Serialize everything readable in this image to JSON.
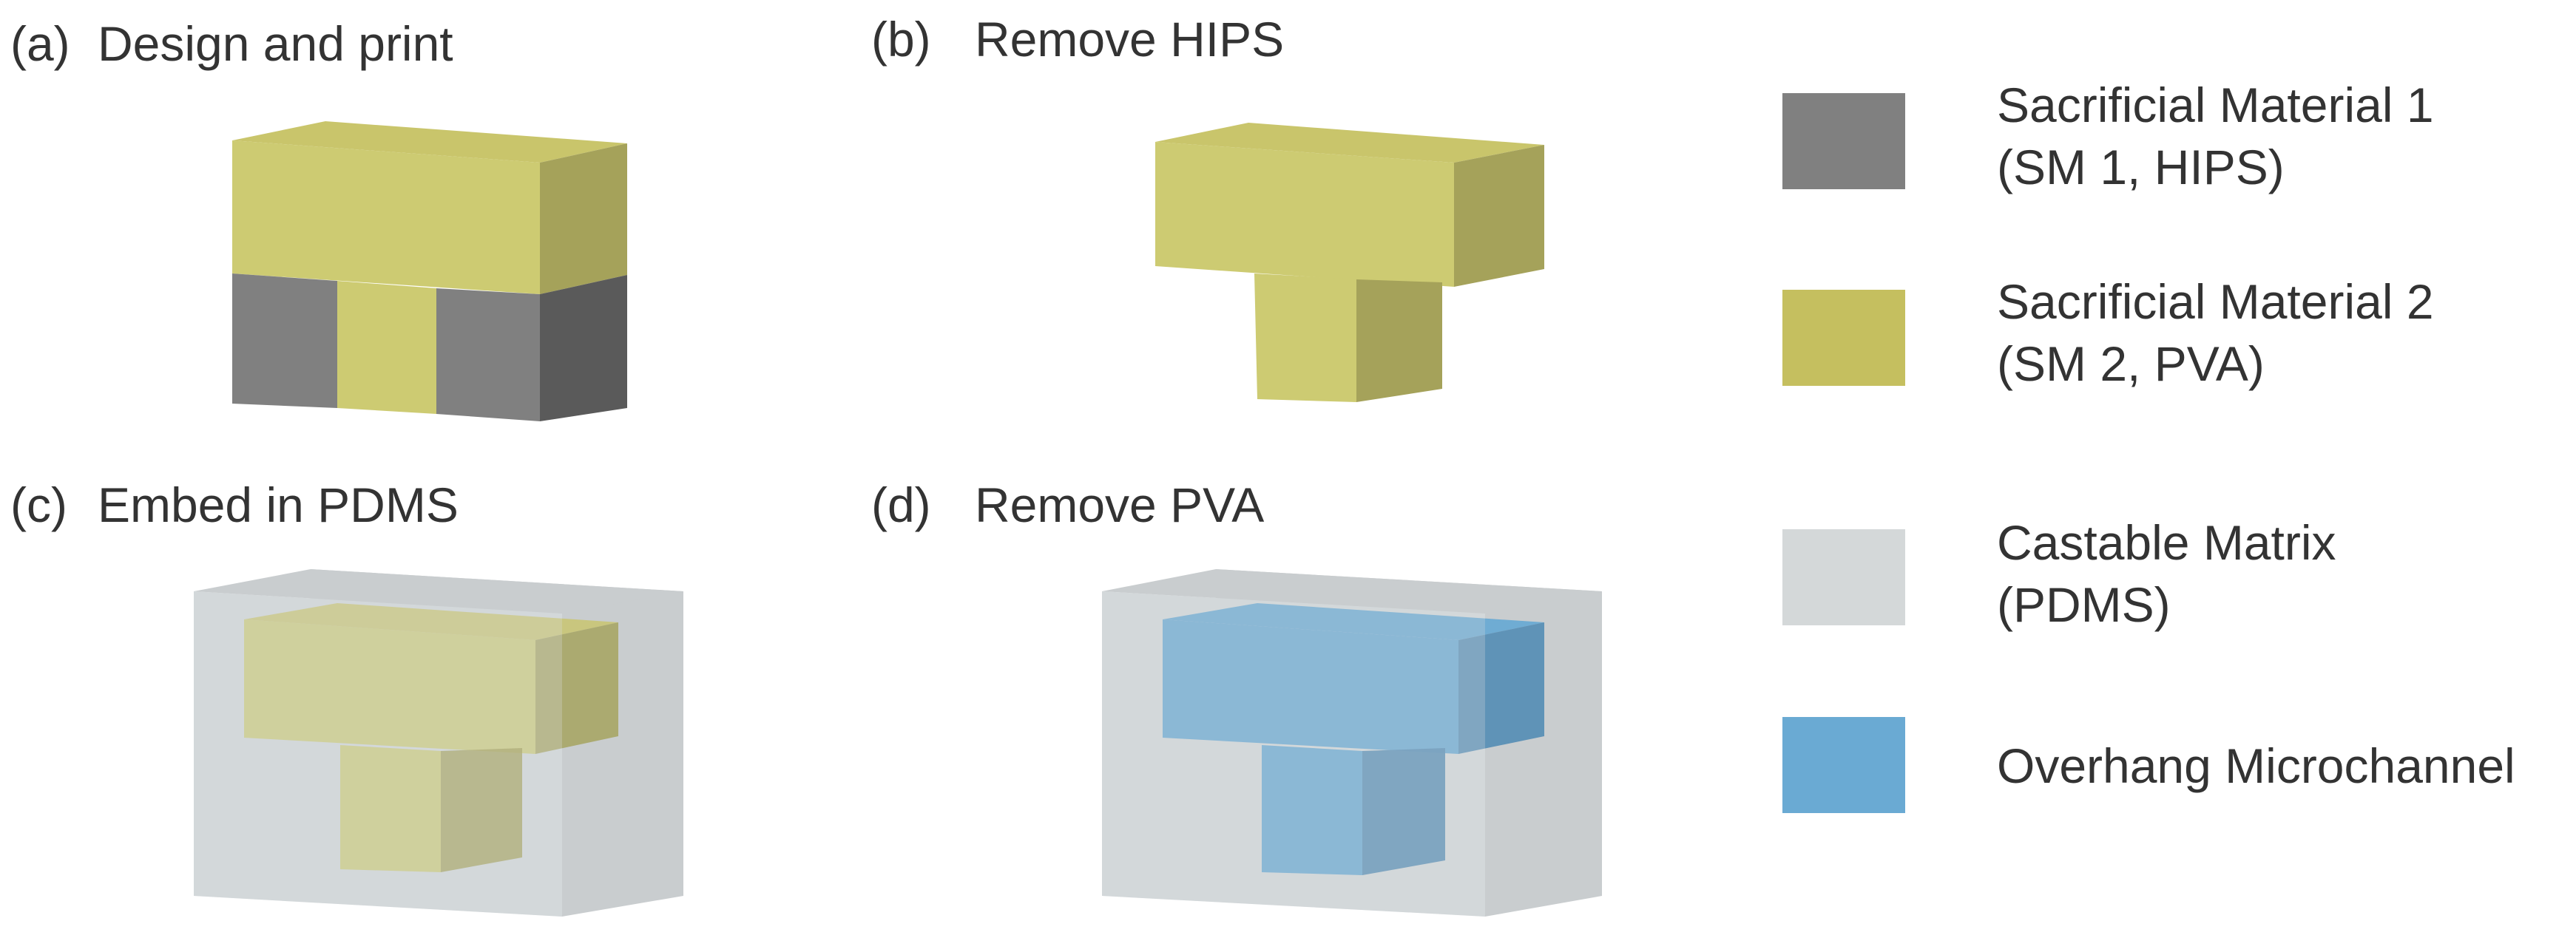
{
  "panels": [
    {
      "label": "(a)",
      "title": "Design and print"
    },
    {
      "label": "(b)",
      "title": "Remove HIPS"
    },
    {
      "label": "(c)",
      "title": "Embed in PDMS"
    },
    {
      "label": "(d)",
      "title": "Remove PVA"
    }
  ],
  "legend": [
    {
      "line1": "Sacrificial Material 1",
      "line2": "(SM 1, HIPS)",
      "color": "#808080"
    },
    {
      "line1": "Sacrificial Material 2",
      "line2": "(SM 2, PVA)",
      "color": "#c5bf5f"
    },
    {
      "line1": "Castable Matrix",
      "line2": "(PDMS)",
      "color": "#d4d8d9"
    },
    {
      "line1": "Overhang Microchannel",
      "line2": "",
      "color": "#6aaad3"
    }
  ],
  "colors": {
    "pva_front": "#cdcb72",
    "pva_top": "#c9c56b",
    "pva_side": "#a5a25a",
    "hips_front": "#808080",
    "hips_side": "#5a5a5a",
    "pdms_front": "#d3d8da",
    "pdms_side": "#c9cdcf",
    "channel_front": "#6aaad3",
    "channel_side": "#5a8fb5"
  }
}
